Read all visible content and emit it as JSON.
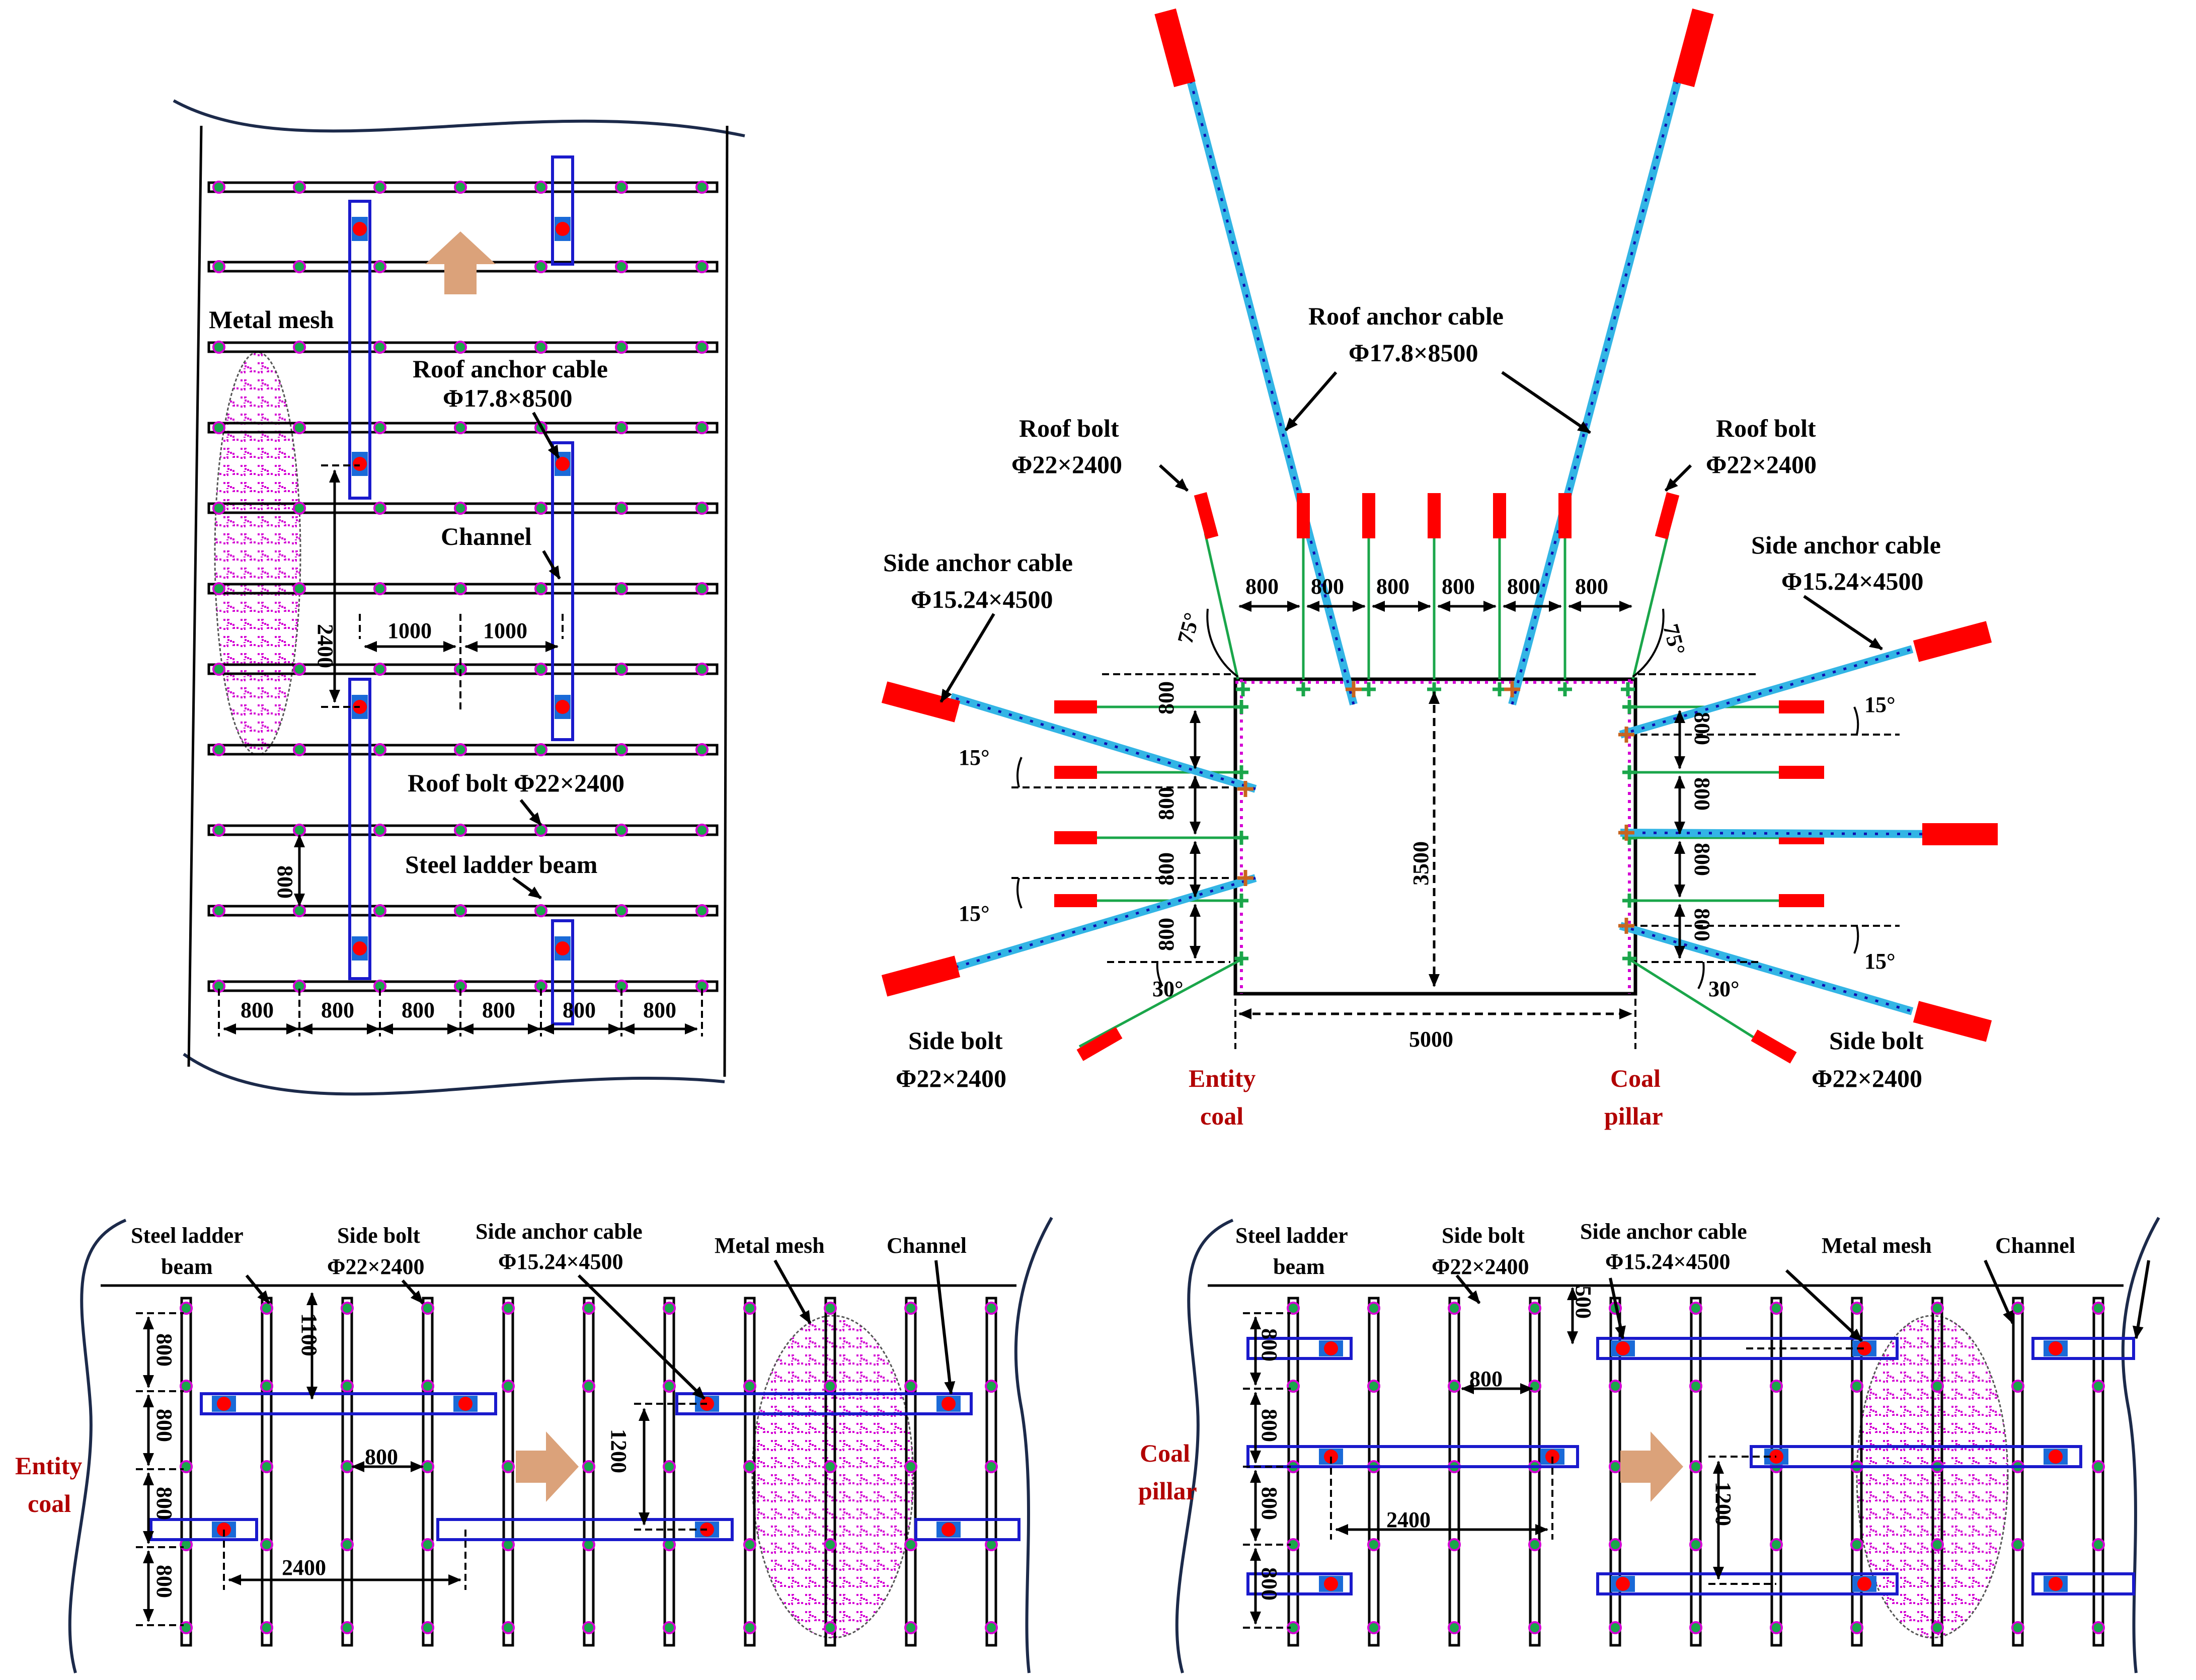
{
  "colors": {
    "bolt": "#ff0000",
    "cable": "#33b5e5",
    "cable_dots": "#1010b0",
    "channel": "#1a1acc",
    "mesh": "#d400d4",
    "bolt_line": "#1aa64a",
    "nut": "#c8641e",
    "arrow": "#dba27a",
    "coal_text": "#b10000",
    "outline": "#1c2a4a"
  },
  "roof_plan": {
    "metal_mesh": "Metal mesh",
    "roof_anchor_cable": "Roof anchor cable",
    "roof_anchor_cable_spec": "Φ17.8×8500",
    "channel": "Channel",
    "roof_bolt": "Roof bolt Φ22×2400",
    "steel_ladder_beam": "Steel ladder beam",
    "dim_2400": "2400",
    "dim_1000_a": "1000",
    "dim_1000_b": "1000",
    "dim_800_v": "800",
    "bottom_dims": [
      "800",
      "800",
      "800",
      "800",
      "800",
      "800"
    ]
  },
  "section": {
    "roof_anchor_cable": "Roof anchor cable",
    "roof_anchor_cable_spec": "Φ17.8×8500",
    "roof_bolt_left": "Roof bolt",
    "roof_bolt_left_spec": "Φ22×2400",
    "roof_bolt_right": "Roof bolt",
    "roof_bolt_right_spec": "Φ22×2400",
    "side_cable_left": "Side anchor cable",
    "side_cable_left_spec": "Φ15.24×4500",
    "side_cable_right": "Side anchor cable",
    "side_cable_right_spec": "Φ15.24×4500",
    "side_bolt_left": "Side bolt",
    "side_bolt_left_spec": "Φ22×2400",
    "side_bolt_right": "Side bolt",
    "side_bolt_right_spec": "Φ22×2400",
    "roof_dims": [
      "800",
      "800",
      "800",
      "800",
      "800",
      "800"
    ],
    "angle_75_left": "75°",
    "angle_75_right": "75°",
    "angle_15_ll_top": "15°",
    "angle_15_ll_bot": "15°",
    "angle_15_rr_top": "15°",
    "angle_15_rr_bot": "15°",
    "angle_30_left": "30°",
    "angle_30_right": "30°",
    "left_dims": [
      "800",
      "800",
      "800",
      "800"
    ],
    "right_dims": [
      "800",
      "800",
      "800",
      "800"
    ],
    "height": "3500",
    "width": "5000",
    "entity_coal_1": "Entity",
    "entity_coal_2": "coal",
    "coal_pillar_1": "Coal",
    "coal_pillar_2": "pillar"
  },
  "entity_rib": {
    "side_label_1": "Entity",
    "side_label_2": "coal",
    "steel_ladder_1": "Steel ladder",
    "steel_ladder_2": "beam",
    "side_bolt": "Side bolt",
    "side_bolt_spec": "Φ22×2400",
    "side_cable": "Side anchor cable",
    "side_cable_spec": "Φ15.24×4500",
    "metal_mesh": "Metal mesh",
    "channel": "Channel",
    "dim_1100": "1100",
    "dim_800_mid": "800",
    "dim_1200": "1200",
    "dim_2400": "2400",
    "left_dims": [
      "800",
      "800",
      "800",
      "800"
    ]
  },
  "pillar_rib": {
    "side_label_1": "Coal",
    "side_label_2": "pillar",
    "steel_ladder_1": "Steel ladder",
    "steel_ladder_2": "beam",
    "side_bolt": "Side bolt",
    "side_bolt_spec": "Φ22×2400",
    "side_cable": "Side anchor cable",
    "side_cable_spec": "Φ15.24×4500",
    "metal_mesh": "Metal mesh",
    "channel": "Channel",
    "dim_500": "500",
    "dim_800_mid": "800",
    "dim_1200": "1200",
    "dim_2400": "2400",
    "left_dims": [
      "800",
      "800",
      "800",
      "800"
    ]
  }
}
